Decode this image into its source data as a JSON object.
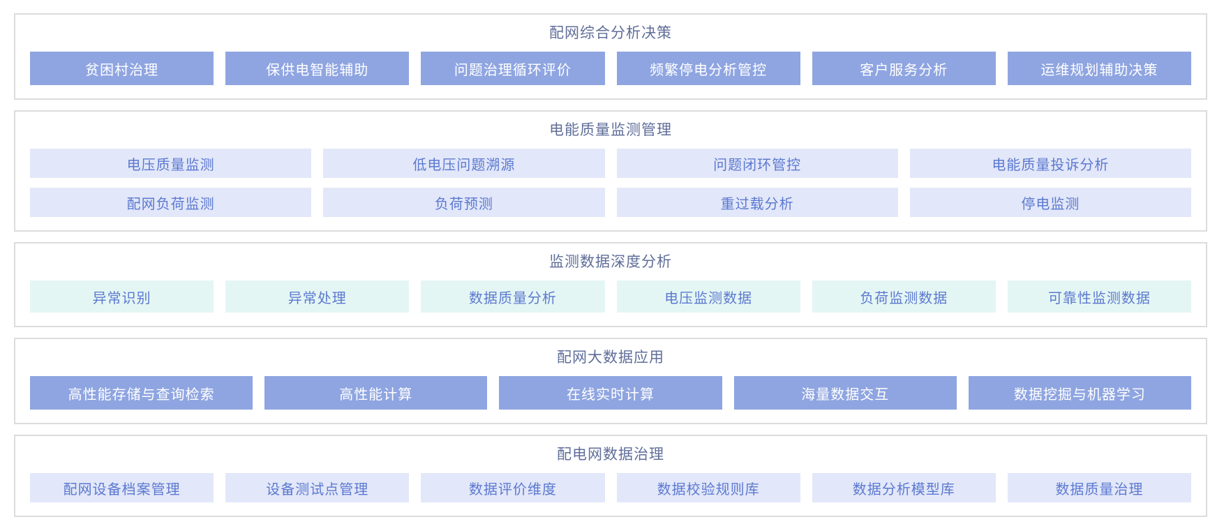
{
  "colors": {
    "page_bg": "#ffffff",
    "card_border": "#dcdcdc",
    "title_text": "#5f6d99",
    "dark_tile_bg": "#8fa5e1",
    "dark_tile_text": "#ffffff",
    "light_tile_bg": "#e2e7f9",
    "teal_tile_bg": "#e4f6f4",
    "tile_text_blue": "#5c79d0"
  },
  "sections": [
    {
      "id": "comprehensive-analysis-decision",
      "title": "配网综合分析决策",
      "style": "dark",
      "rows": [
        [
          "贫困村治理",
          "保供电智能辅助",
          "问题治理循环评价",
          "频繁停电分析管控",
          "客户服务分析",
          "运维规划辅助决策"
        ]
      ]
    },
    {
      "id": "power-quality-monitoring",
      "title": "电能质量监测管理",
      "style": "light",
      "rows": [
        [
          "电压质量监测",
          "低电压问题溯源",
          "问题闭环管控",
          "电能质量投诉分析"
        ],
        [
          "配网负荷监测",
          "负荷预测",
          "重过载分析",
          "停电监测"
        ]
      ]
    },
    {
      "id": "monitoring-data-deep-analysis",
      "title": "监测数据深度分析",
      "style": "teal",
      "rows": [
        [
          "异常识别",
          "异常处理",
          "数据质量分析",
          "电压监测数据",
          "负荷监测数据",
          "可靠性监测数据"
        ]
      ]
    },
    {
      "id": "big-data-application",
      "title": "配网大数据应用",
      "style": "dark",
      "rows": [
        [
          "高性能存储与查询检索",
          "高性能计算",
          "在线实时计算",
          "海量数据交互",
          "数据挖掘与机器学习"
        ]
      ]
    },
    {
      "id": "data-governance",
      "title": "配电网数据治理",
      "style": "light",
      "rows": [
        [
          "配网设备档案管理",
          "设备测试点管理",
          "数据评价维度",
          "数据校验规则库",
          "数据分析模型库",
          "数据质量治理"
        ]
      ]
    }
  ]
}
